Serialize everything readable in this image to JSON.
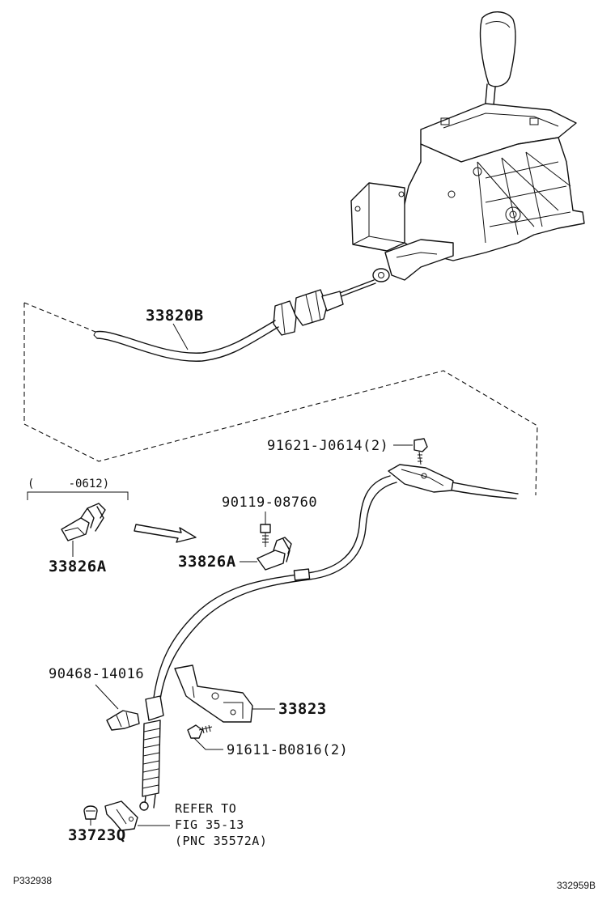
{
  "labels": {
    "cable": "33820B",
    "bolt_upper": "91621-J0614(2)",
    "date_range": "(     -0612)",
    "clip_old": "33826A",
    "bolt_clip": "90119-08760",
    "clip_new": "33826A",
    "clip_small": "90468-14016",
    "bracket": "33823",
    "bolt_bracket": "91611-B0816(2)",
    "grommet": "33723Q"
  },
  "refer": {
    "line1": "REFER TO",
    "line2": "FIG 35-13",
    "line3": "(PNC 35572A)"
  },
  "footer": {
    "left_code": "P332938",
    "right_code": "332959B"
  }
}
